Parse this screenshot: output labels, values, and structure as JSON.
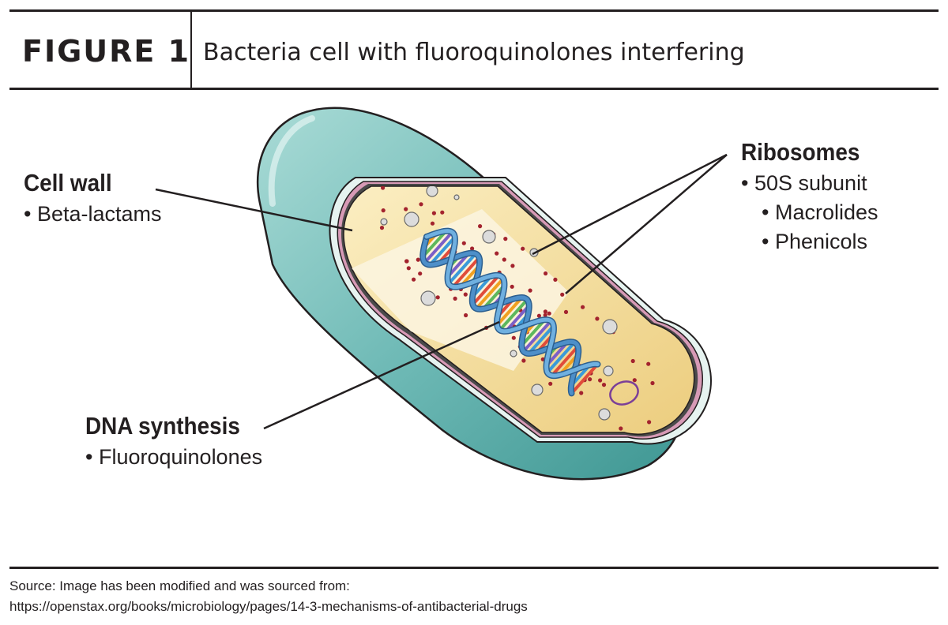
{
  "header": {
    "figure_number": "FIGURE 1",
    "title": "Bacteria cell with fluoroquinolones interfering"
  },
  "labels": {
    "cell_wall": {
      "title": "Cell wall",
      "items": [
        "Beta-lactams"
      ]
    },
    "ribosomes": {
      "title": "Ribosomes",
      "items": [
        "50S subunit",
        "Macrolides",
        "Phenicols"
      ]
    },
    "dna_synthesis": {
      "title": "DNA synthesis",
      "items": [
        "Fluoroquinolones"
      ]
    }
  },
  "source": {
    "line1": "Source: Image has been modified and was sourced from:",
    "line2": "https://openstax.org/books/microbiology/pages/14-3-mechanisms-of-antibacterial-drugs"
  },
  "colors": {
    "capsule_teal": "#5fb3b0",
    "cytoplasm": "#f3dfa0",
    "ribosome_dot": "#a3232e",
    "dna_blue": "#4d8fc9",
    "plasmid": "#7b3f98"
  }
}
